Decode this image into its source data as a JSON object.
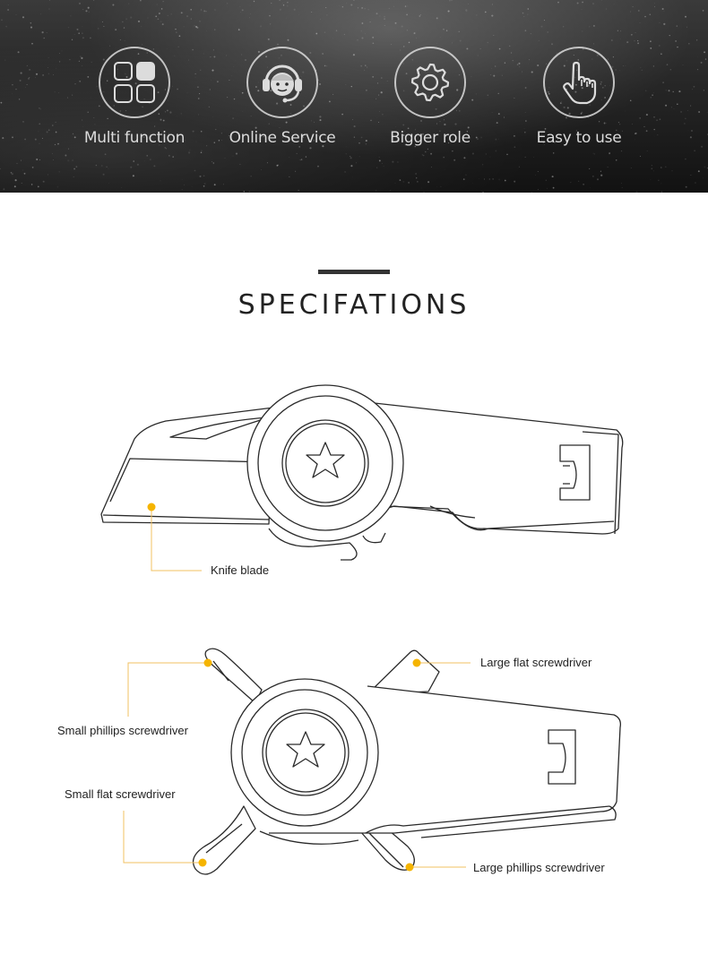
{
  "features": [
    {
      "label": "Multi function",
      "icon": "grid-icon"
    },
    {
      "label": "Online Service",
      "icon": "headset-agent-icon"
    },
    {
      "label": "Bigger role",
      "icon": "gear-icon"
    },
    {
      "label": "Easy to use",
      "icon": "pointing-hand-icon"
    }
  ],
  "section": {
    "title": "SPECIFATIONS"
  },
  "callouts": {
    "knife_blade": "Knife blade",
    "large_flat": "Large flat screwdriver",
    "small_phillips": "Small phillips screwdriver",
    "small_flat": "Small flat screwdriver",
    "large_phillips": "Large phillips screwdriver"
  },
  "colors": {
    "accent": "#f5b400",
    "leader_line": "#f0c060",
    "banner": "#1e1e1e",
    "ink": "#222222"
  }
}
